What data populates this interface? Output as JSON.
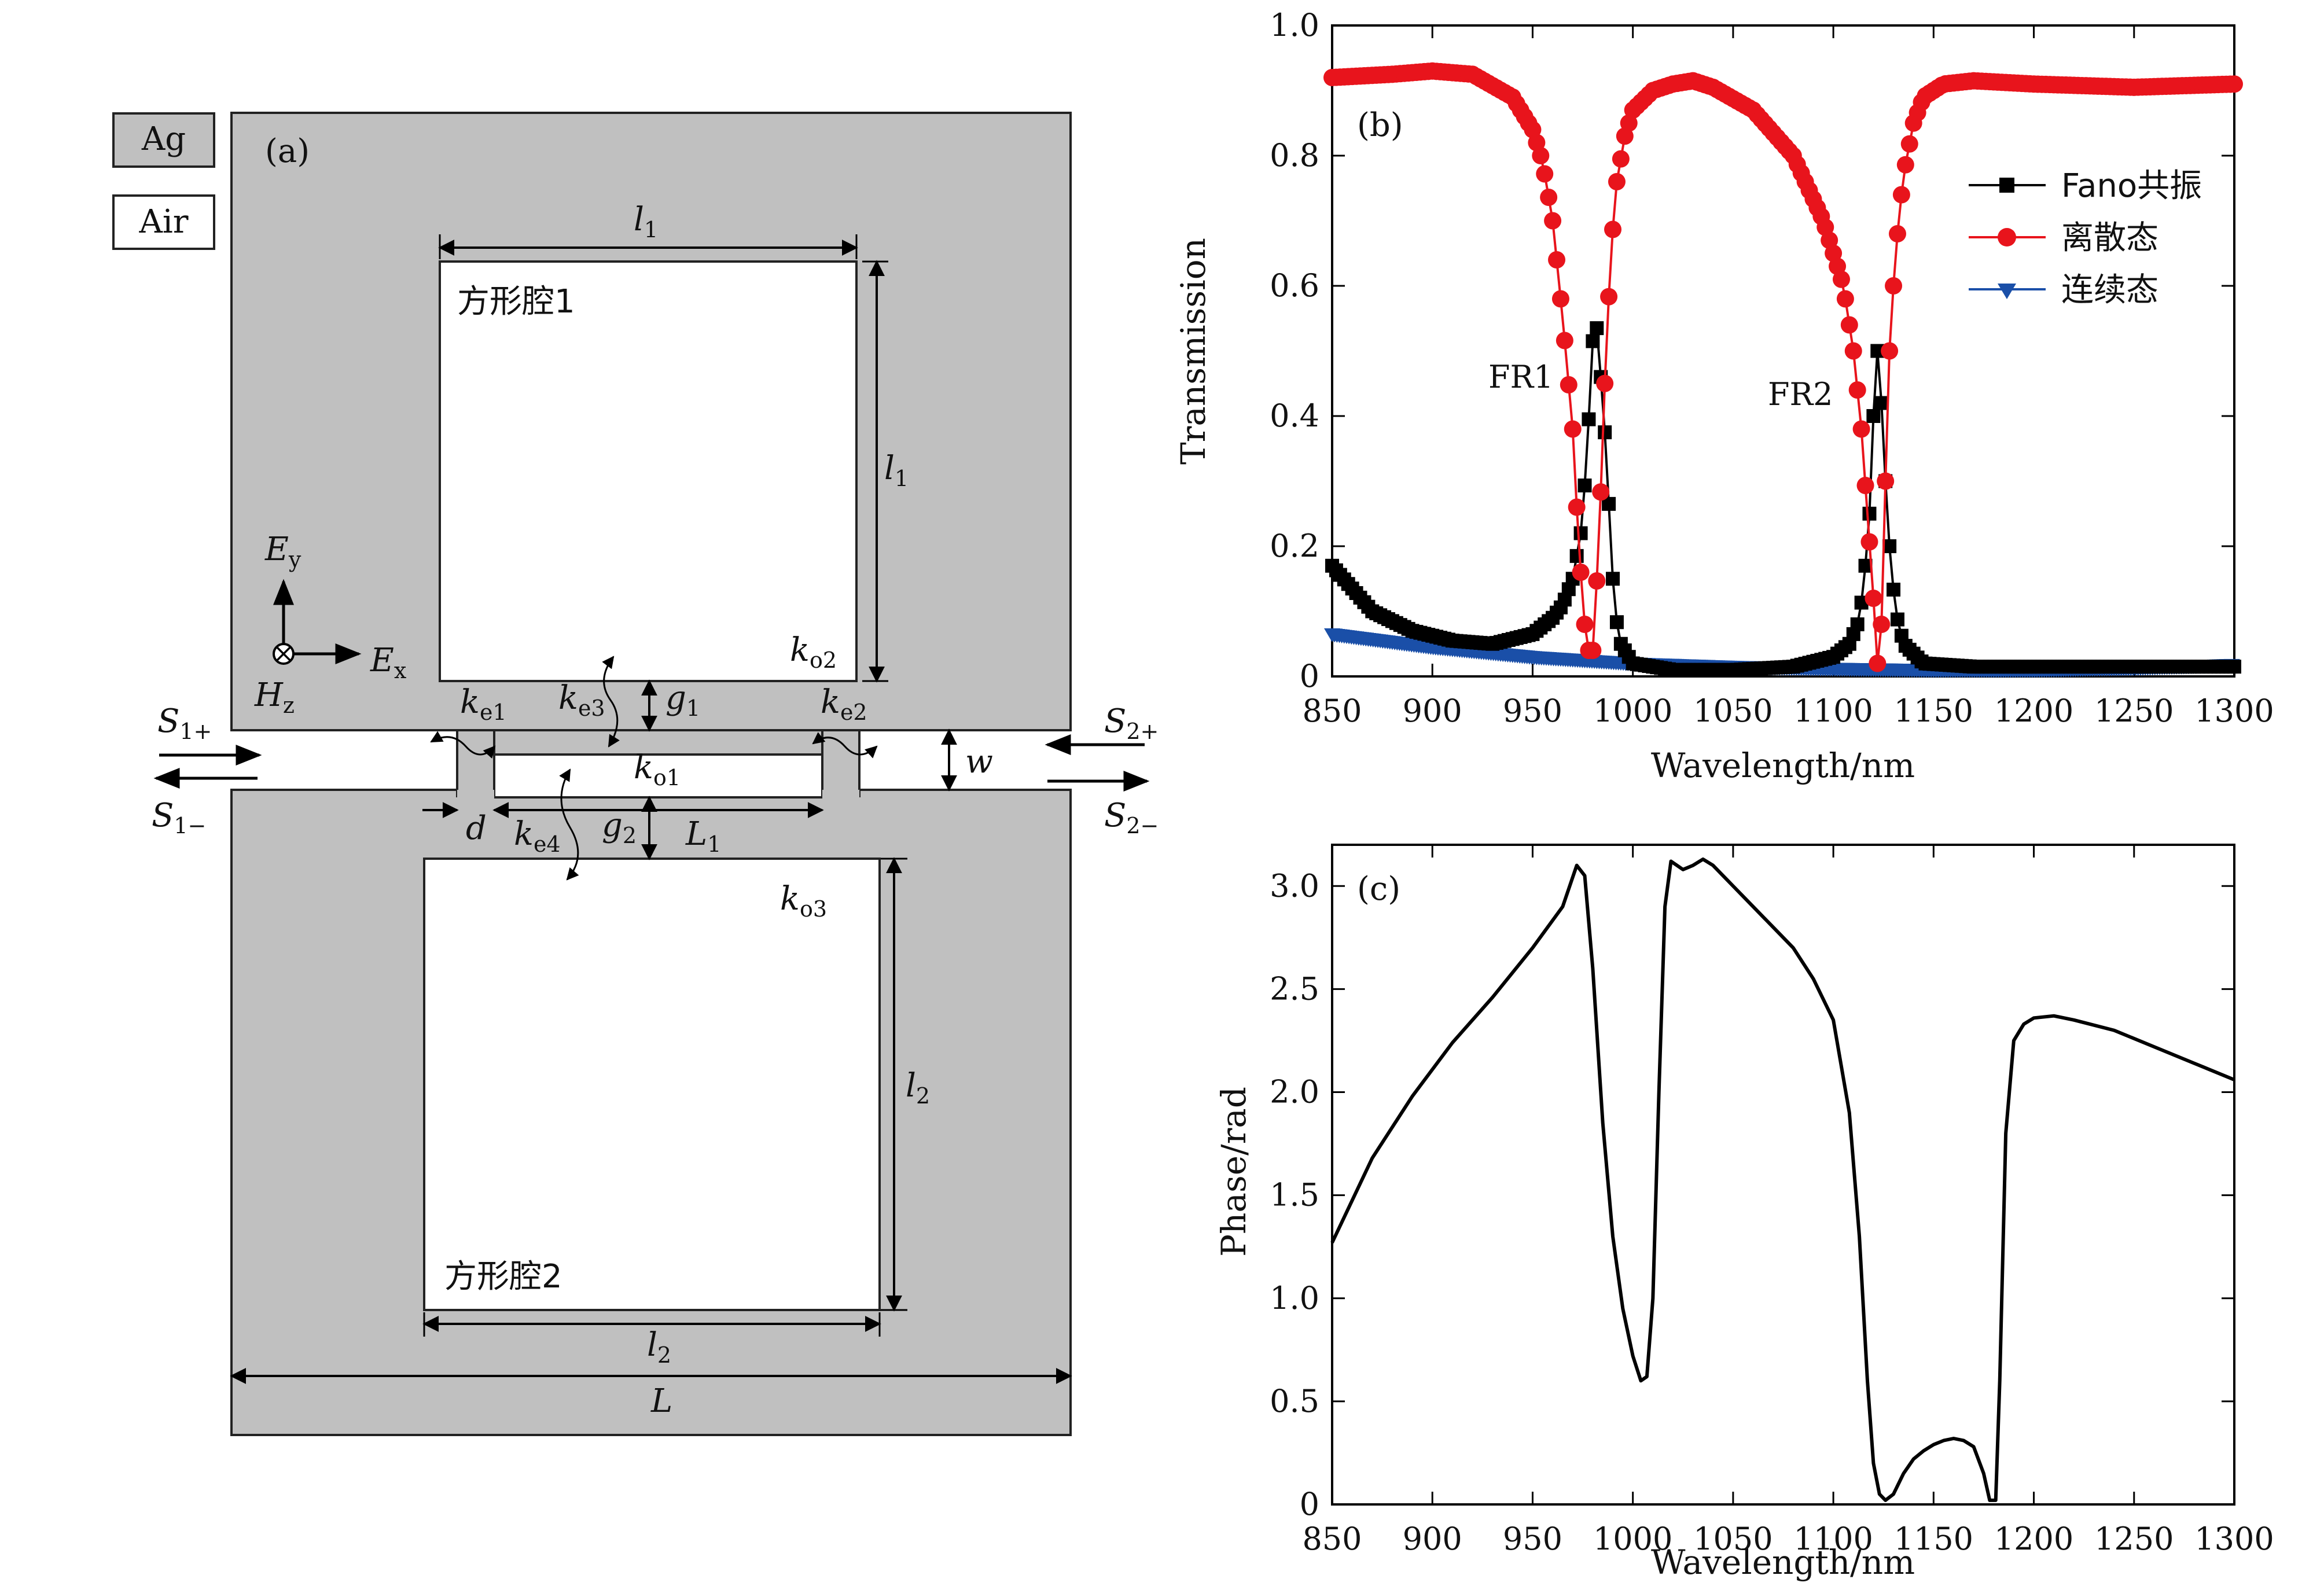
{
  "panels": {
    "a": "(a)",
    "b": "(b)",
    "c": "(c)"
  },
  "diagram": {
    "materials": {
      "ag": "Ag",
      "air": "Air"
    },
    "cavity1": "方形腔1",
    "cavity2": "方形腔2",
    "labels": {
      "l1_top": "l",
      "l1_side": "l",
      "l2_side": "l",
      "l2_bottom": "l",
      "L_total": "L",
      "L1": "L",
      "w": "w",
      "d": "d",
      "g1": "g",
      "g2": "g",
      "Ey": "E",
      "Ex": "E",
      "Hz": "H",
      "ko1": "k",
      "ko2": "k",
      "ko3": "k",
      "ke1": "k",
      "ke2": "k",
      "ke3": "k",
      "ke4": "k",
      "S1p": "S",
      "S1m": "S",
      "S2p": "S",
      "S2m": "S"
    },
    "subscripts": {
      "l1_top": "1",
      "l1_side": "1",
      "l2_side": "2",
      "l2_bottom": "2",
      "L1": "1",
      "g1": "1",
      "g2": "2",
      "Ey": "y",
      "Ex": "x",
      "Hz": "z",
      "ko1": "o1",
      "ko2": "o2",
      "ko3": "o3",
      "ke1": "e1",
      "ke2": "e2",
      "ke3": "e3",
      "ke4": "e4",
      "S1p": "1+",
      "S1m": "1−",
      "S2p": "2+",
      "S2m": "2−"
    }
  },
  "chart_data": [
    {
      "panel": "(b)",
      "type": "scatter",
      "xlabel": "Wavelength/nm",
      "ylabel": "Transmission",
      "xlim": [
        850,
        1300
      ],
      "ylim": [
        0,
        1.0
      ],
      "xticks": [
        850,
        900,
        950,
        1000,
        1050,
        1100,
        1150,
        1200,
        1250,
        1300
      ],
      "yticks": [
        "0",
        "0.2",
        "0.4",
        "0.6",
        "0.8",
        "1.0"
      ],
      "annotations": [
        "FR1",
        "FR2"
      ],
      "legend_position": "right",
      "series": [
        {
          "name": "Fano共振",
          "color": "#000000",
          "marker": "square",
          "x": [
            850,
            870,
            890,
            910,
            930,
            950,
            960,
            965,
            970,
            974,
            977,
            979,
            981,
            983,
            985,
            987,
            989,
            991,
            994,
            1000,
            1020,
            1050,
            1080,
            1100,
            1108,
            1112,
            1115,
            1118,
            1120,
            1122,
            1124,
            1126,
            1128,
            1131,
            1135,
            1145,
            1170,
            1200,
            1250,
            1300
          ],
          "y": [
            0.17,
            0.1,
            0.07,
            0.055,
            0.05,
            0.065,
            0.09,
            0.11,
            0.15,
            0.22,
            0.33,
            0.46,
            0.57,
            0.5,
            0.42,
            0.33,
            0.2,
            0.1,
            0.05,
            0.02,
            0.01,
            0.01,
            0.015,
            0.03,
            0.05,
            0.08,
            0.13,
            0.25,
            0.4,
            0.5,
            0.42,
            0.3,
            0.2,
            0.1,
            0.05,
            0.02,
            0.015,
            0.015,
            0.015,
            0.015
          ]
        },
        {
          "name": "离散态",
          "color": "#e8141c",
          "marker": "circle",
          "x": [
            850,
            880,
            900,
            920,
            940,
            950,
            955,
            960,
            965,
            970,
            973,
            976,
            978,
            980,
            983,
            986,
            989,
            992,
            996,
            1000,
            1010,
            1020,
            1030,
            1040,
            1060,
            1080,
            1095,
            1105,
            1110,
            1114,
            1117,
            1120,
            1122,
            1124,
            1126,
            1128,
            1131,
            1135,
            1140,
            1145,
            1155,
            1170,
            1200,
            1250,
            1300
          ],
          "y": [
            0.92,
            0.925,
            0.93,
            0.925,
            0.89,
            0.84,
            0.79,
            0.7,
            0.55,
            0.38,
            0.2,
            0.08,
            0.04,
            0.04,
            0.2,
            0.45,
            0.65,
            0.76,
            0.83,
            0.87,
            0.9,
            0.91,
            0.915,
            0.905,
            0.87,
            0.8,
            0.7,
            0.6,
            0.5,
            0.38,
            0.25,
            0.12,
            0.02,
            0.08,
            0.3,
            0.5,
            0.65,
            0.77,
            0.85,
            0.89,
            0.91,
            0.915,
            0.91,
            0.905,
            0.91
          ]
        },
        {
          "name": "连续态",
          "color": "#1a4fa8",
          "marker": "triangle-down",
          "x": [
            850,
            900,
            950,
            1000,
            1050,
            1100,
            1150,
            1200,
            1250,
            1300
          ],
          "y": [
            0.065,
            0.045,
            0.03,
            0.02,
            0.015,
            0.012,
            0.01,
            0.01,
            0.013,
            0.018
          ]
        }
      ]
    },
    {
      "panel": "(c)",
      "type": "line",
      "xlabel": "Wavelength/nm",
      "ylabel": "Phase/rad",
      "xlim": [
        850,
        1300
      ],
      "ylim": [
        0,
        3.2
      ],
      "xticks": [
        850,
        900,
        950,
        1000,
        1050,
        1100,
        1150,
        1200,
        1250,
        1300
      ],
      "yticks": [
        "0",
        "0.5",
        "1.0",
        "1.5",
        "2.0",
        "2.5",
        "3.0"
      ],
      "series": [
        {
          "name": "",
          "color": "#000000",
          "x": [
            850,
            870,
            890,
            910,
            930,
            950,
            965,
            972,
            976,
            980,
            985,
            990,
            995,
            1000,
            1004,
            1007,
            1010,
            1013,
            1016,
            1019,
            1022,
            1025,
            1030,
            1035,
            1040,
            1050,
            1060,
            1070,
            1080,
            1090,
            1100,
            1108,
            1113,
            1117,
            1120,
            1123,
            1126,
            1130,
            1135,
            1140,
            1145,
            1150,
            1155,
            1160,
            1165,
            1170,
            1175,
            1178,
            1181,
            1183,
            1186,
            1190,
            1195,
            1200,
            1210,
            1220,
            1240,
            1260,
            1280,
            1300
          ],
          "y": [
            1.27,
            1.68,
            1.98,
            2.24,
            2.46,
            2.7,
            2.9,
            3.1,
            3.05,
            2.6,
            1.85,
            1.3,
            0.95,
            0.72,
            0.6,
            0.62,
            1.0,
            2.0,
            2.9,
            3.12,
            3.1,
            3.08,
            3.1,
            3.13,
            3.1,
            3.0,
            2.9,
            2.8,
            2.7,
            2.55,
            2.35,
            1.9,
            1.3,
            0.6,
            0.2,
            0.05,
            0.02,
            0.05,
            0.15,
            0.22,
            0.26,
            0.29,
            0.31,
            0.32,
            0.31,
            0.28,
            0.15,
            0.02,
            0.02,
            0.6,
            1.8,
            2.25,
            2.33,
            2.36,
            2.37,
            2.35,
            2.3,
            2.22,
            2.14,
            2.06
          ]
        }
      ]
    }
  ]
}
